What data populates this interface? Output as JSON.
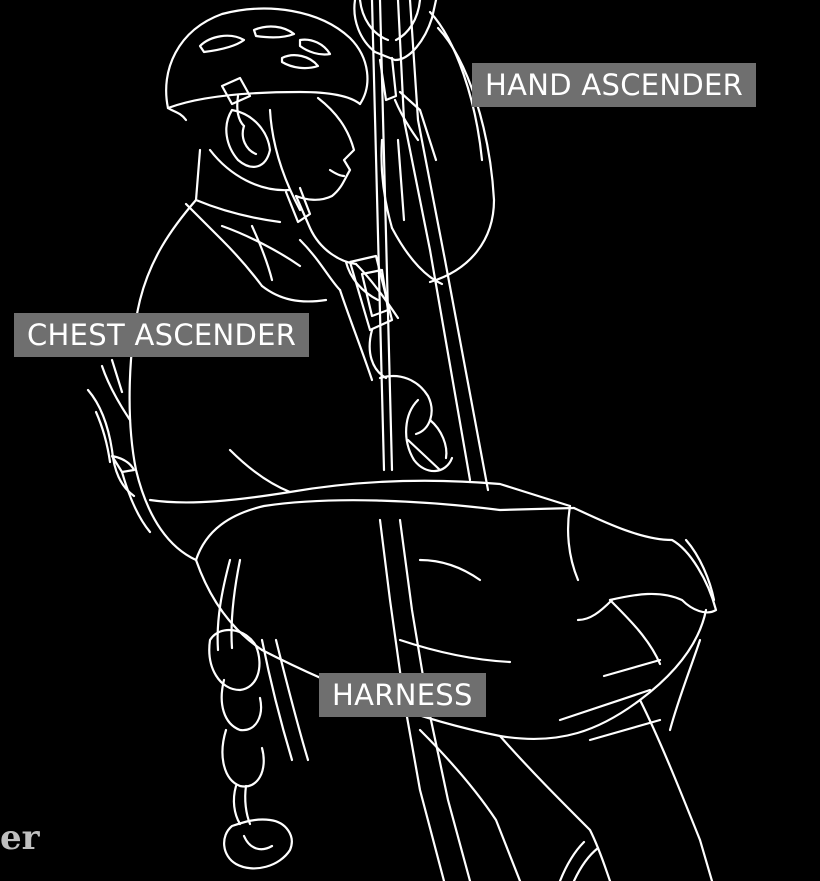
{
  "labels": {
    "hand_ascender": "HAND ASCENDER",
    "chest_ascender": "CHEST ASCENDER",
    "harness": "HARNESS"
  },
  "watermark": "er",
  "colors": {
    "background": "#000000",
    "line_art": "#ffffff",
    "label_bg": "#6f6f6f",
    "label_text": "#ffffff"
  }
}
